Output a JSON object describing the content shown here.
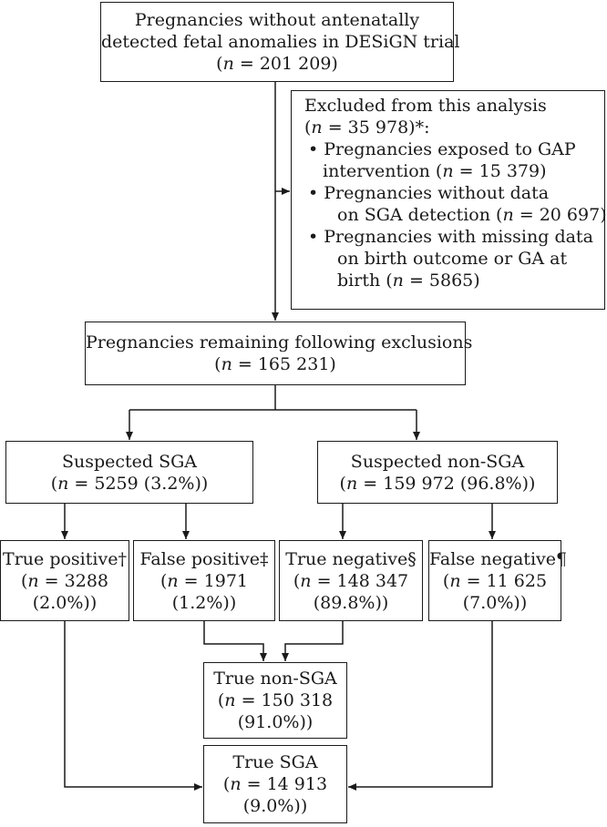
{
  "diagram": {
    "top": {
      "line1": "Pregnancies without antenatally",
      "line2": "detected fetal anomalies in DESiGN trial",
      "n": "(n = 201 209)"
    },
    "excluded": {
      "title": "Excluded from this analysis",
      "n": "(n = 35 978)*:",
      "items": [
        {
          "l1": "Pregnancies exposed to GAP",
          "l2": "intervention (n = 15 379)"
        },
        {
          "l1": "Pregnancies without data",
          "l2": "on SGA detection (n = 20 697)"
        },
        {
          "l1": "Pregnancies with missing data",
          "l2": "on birth outcome or GA at",
          "l3": "birth (n = 5865)"
        }
      ]
    },
    "remaining": {
      "label": "Pregnancies remaining following exclusions",
      "n": "(n = 165 231)"
    },
    "suspected_sga": {
      "label": "Suspected SGA",
      "n": "(n = 5259 (3.2%))"
    },
    "suspected_non_sga": {
      "label": "Suspected non-SGA",
      "n": "(n = 159 972 (96.8%))"
    },
    "true_positive": {
      "label": "True positive†",
      "n": "(n = 3288",
      "pct": "(2.0%))"
    },
    "false_positive": {
      "label": "False positive‡",
      "n": "(n = 1971",
      "pct": "(1.2%))"
    },
    "true_negative": {
      "label": "True negative§",
      "n": "(n = 148 347",
      "pct": "(89.8%))"
    },
    "false_negative": {
      "label": "False negative¶",
      "n": "(n = 11 625",
      "pct": "(7.0%))"
    },
    "true_non_sga": {
      "label": "True non-SGA",
      "n": "(n = 150 318",
      "pct": "(91.0%))"
    },
    "true_sga": {
      "label": "True SGA",
      "n": "(n = 14 913",
      "pct": "(9.0%))"
    }
  }
}
